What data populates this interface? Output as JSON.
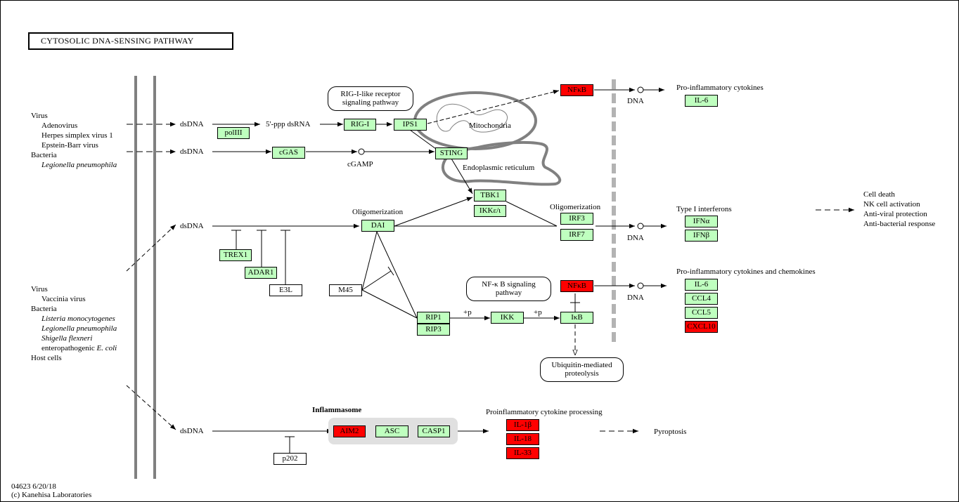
{
  "title": "CYTOSOLIC DNA-SENSING PATHWAY",
  "footer": {
    "id_date": "04623 6/20/18",
    "copyright": "(c) Kanehisa Laboratories"
  },
  "colors": {
    "gene_default": "#bfffbf",
    "gene_highlight": "#ff0000",
    "membrane": "#808080",
    "nuclear_membrane": "#b3b3b3"
  },
  "pathogens_top": {
    "virus_label": "Virus",
    "viruses": [
      "Adenovirus",
      "Herpes simplex virus 1",
      "Epstein-Barr virus"
    ],
    "bacteria_label": "Bacteria",
    "bacteria": [
      "Legionella pneumophila"
    ]
  },
  "pathogens_bottom": {
    "virus_label": "Virus",
    "viruses": [
      "Vaccinia virus"
    ],
    "bacteria_label": "Bacteria",
    "bacteria": [
      "Listeria monocytogenes",
      "Legionella pneumophila",
      "Shigella flexneri"
    ],
    "ecoli_prefix": "enteropathogenic ",
    "ecoli_italic": "E. coli",
    "host": "Host cells"
  },
  "compounds": {
    "dsdna": "dsDNA",
    "ppp_dsrna": "5'-ppp dsRNA",
    "cgamp": "cGAMP",
    "dna": "DNA"
  },
  "labels": {
    "mitochondria": "Mitochondria",
    "er": "Endoplasmic reticulum",
    "oligo1": "Oligomerization",
    "oligo2": "Oligomerization",
    "p1": "+p",
    "p2": "+p",
    "inflammasome": "Inflammasome",
    "proinflam_cytokines": "Pro-inflammatory cytokines",
    "type1_ifn": "Type I interferons",
    "proinflam_chemokines": "Pro-inflammatory cytokines and chemokines",
    "cytokine_processing": "Proinflammatory cytokine processing",
    "pyroptosis": "Pyroptosis",
    "outcomes": [
      "Cell death",
      "NK cell activation",
      "Anti-viral protection",
      "Anti-bacterial response"
    ]
  },
  "map_links": {
    "rig": [
      "RIG-I-like receptor",
      "signaling pathway"
    ],
    "nfkb": [
      "NF-κ B signaling",
      "pathway"
    ],
    "ubiq": [
      "Ubiquitin-mediated",
      "proteolysis"
    ]
  },
  "genes": {
    "poliii": "polIII",
    "rigi": "RIG-I",
    "ips1": "IPS1",
    "cgas": "cGAS",
    "sting": "STING",
    "nfkb_top": "NFκB",
    "il6_top": "IL-6",
    "tbk1": "TBK1",
    "ikke": "IKKε/ι",
    "dai": "DAI",
    "irf3": "IRF3",
    "irf7": "IRF7",
    "ifna": "IFNα",
    "ifnb": "IFNβ",
    "trex1": "TREX1",
    "adar1": "ADAR1",
    "e3l": "E3L",
    "m45": "M45",
    "nfkb_mid": "NFκB",
    "rip1": "RIP1",
    "rip3": "RIP3",
    "ikk": "IKK",
    "ikb": "IκB",
    "il6_mid": "IL-6",
    "ccl4": "CCL4",
    "ccl5": "CCL5",
    "cxcl10": "CXCL10",
    "aim2": "AIM2",
    "asc": "ASC",
    "casp1": "CASP1",
    "p202": "p202",
    "il1b": "IL-1β",
    "il18": "IL-18",
    "il33": "IL-33"
  }
}
